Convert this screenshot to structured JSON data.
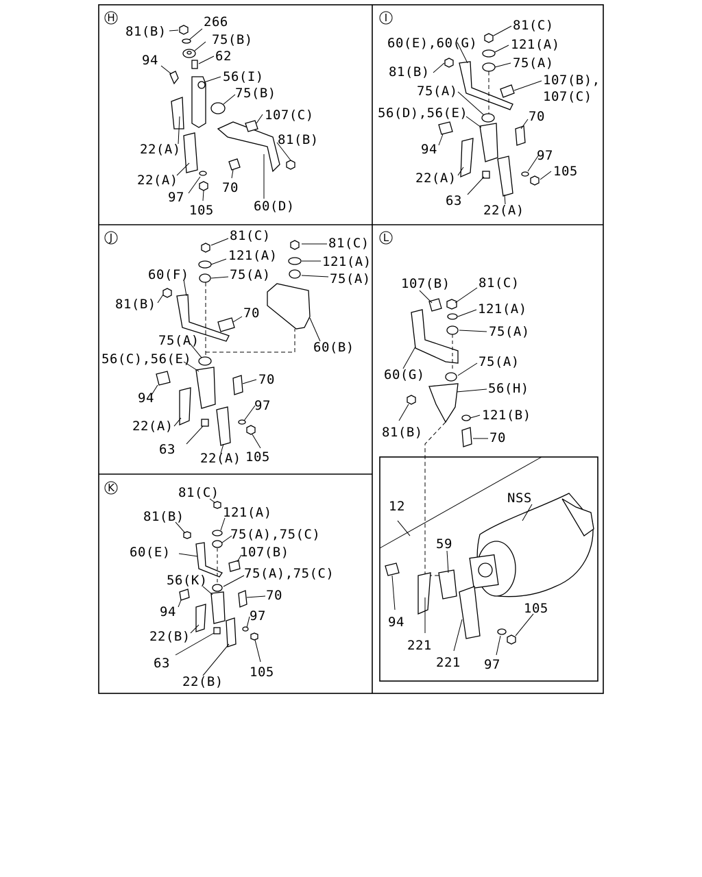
{
  "sections": {
    "H": {
      "letter": "H",
      "labels": [
        "81(B)",
        "266",
        "75(B)",
        "62",
        "94",
        "56(I)",
        "75(B)",
        "107(C)",
        "81(B)",
        "22(A)",
        "22(A)",
        "70",
        "97",
        "105",
        "60(D)"
      ]
    },
    "I": {
      "letter": "I",
      "labels": [
        "81(C)",
        "60(E),60(G)",
        "121(A)",
        "75(A)",
        "81(B)",
        "107(B),",
        "107(C)",
        "75(A)",
        "56(D),56(E)",
        "70",
        "94",
        "97",
        "105",
        "22(A)",
        "63",
        "22(A)"
      ]
    },
    "J": {
      "letter": "J",
      "labels": [
        "81(C)",
        "81(C)",
        "121(A)",
        "121(A)",
        "60(F)",
        "75(A)",
        "75(A)",
        "81(B)",
        "70",
        "75(A)",
        "60(B)",
        "56(C),56(E)",
        "70",
        "94",
        "97",
        "22(A)",
        "63",
        "22(A)",
        "105"
      ]
    },
    "K": {
      "letter": "K",
      "labels": [
        "81(C)",
        "81(B)",
        "121(A)",
        "75(A),75(C)",
        "60(E)",
        "107(B)",
        "75(A),75(C)",
        "56(K)",
        "70",
        "94",
        "97",
        "22(B)",
        "63",
        "105",
        "22(B)"
      ]
    },
    "L": {
      "letter": "L",
      "labels": [
        "107(B)",
        "81(C)",
        "121(A)",
        "75(A)",
        "75(A)",
        "60(G)",
        "56(H)",
        "121(B)",
        "81(B)",
        "70",
        "NSS",
        "12",
        "59",
        "105",
        "94",
        "221",
        "221",
        "97"
      ]
    }
  }
}
